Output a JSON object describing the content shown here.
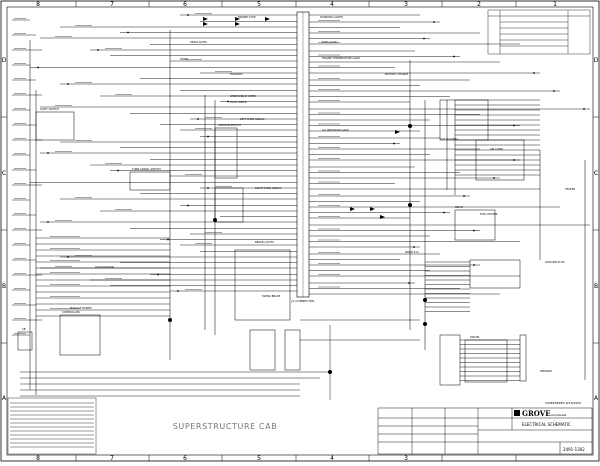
{
  "sheet": {
    "caption": "SUPERSTRUCTURE CAB",
    "zones_top": [
      "8",
      "7",
      "6",
      "5",
      "4",
      "3",
      "2",
      "1"
    ],
    "zones_side": [
      "D",
      "C",
      "B",
      "A"
    ],
    "company": "GROVE",
    "company_sub": "worldwide",
    "drawing_title": "ELECTRICAL SCHEMATIC",
    "drawing_number": "2491-1302",
    "corner_note": "SUPERSEDES 8/16/2000"
  },
  "harness_labels": [
    "HEADLIGHTS",
    "HAZARDS",
    "WORKING LIGHTS",
    "ENGINE STOP",
    "HORN",
    "WINDSHIELD WIPER",
    "ROOF WIPER",
    "RIGHT TURN SIGNAL",
    "LEFT TURN SIGNAL",
    "ENGINE TEMPERATURE GAGE",
    "FUEL GAGE",
    "OIL PRESSURE GAGE",
    "BRAKE LIGHTS",
    "BATTERY CHARGE",
    "AIR COND",
    "HEATER",
    "OUT RIGGERS",
    "FUEL HEATER",
    "SWING BRAKE",
    "ACCELERATOR",
    "DRIVE 4x4",
    "MODULE POWER"
  ],
  "components": [
    "LIGHT SWITCH",
    "TURN SIGNAL SWITCH",
    "IGNITION SWITCH",
    "CB",
    "RELAY",
    "SPEAKER",
    "SWIVEL",
    "GROUND STUD",
    "CONTROLLER"
  ],
  "connector_block": "J1 CONNECTOR"
}
